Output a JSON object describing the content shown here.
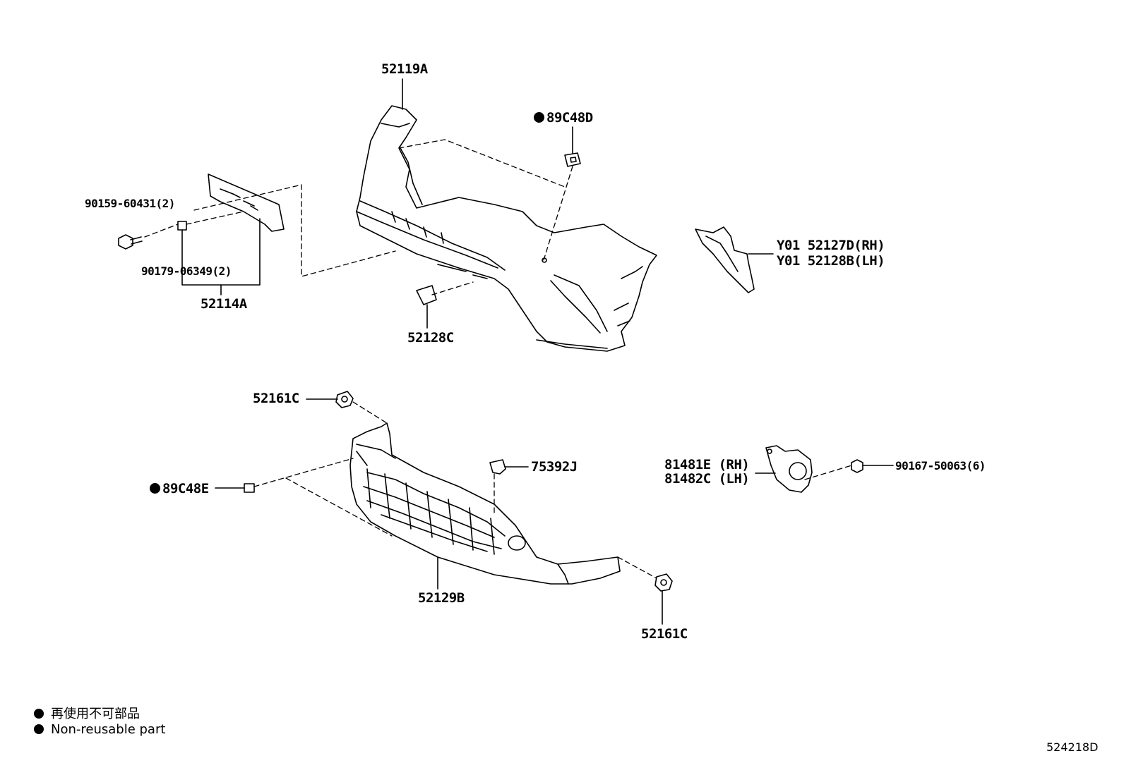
{
  "labels": {
    "p52119A": "52119A",
    "p89C48D": "89C48D",
    "p90159": "90159-60431(2)",
    "p90179": "90179-06349(2)",
    "p52114A": "52114A",
    "p52128C": "52128C",
    "pY01rh": "Y01 52127D(RH)",
    "pY01lh": "Y01 52128B(LH)",
    "p52161C_top": "52161C",
    "p89C48E": "89C48E",
    "p75392J": "75392J",
    "p52129B": "52129B",
    "p52161C_bottom": "52161C",
    "p81481E": "81481E (RH)",
    "p81482C": "81482C (LH)",
    "p90167": "90167-50063(6)"
  },
  "legend": {
    "jp": "再使用不可部品",
    "en": "Non-reusable part"
  },
  "diagram_ref": "524218D",
  "colors": {
    "ink": "#000000",
    "paper": "#ffffff"
  }
}
